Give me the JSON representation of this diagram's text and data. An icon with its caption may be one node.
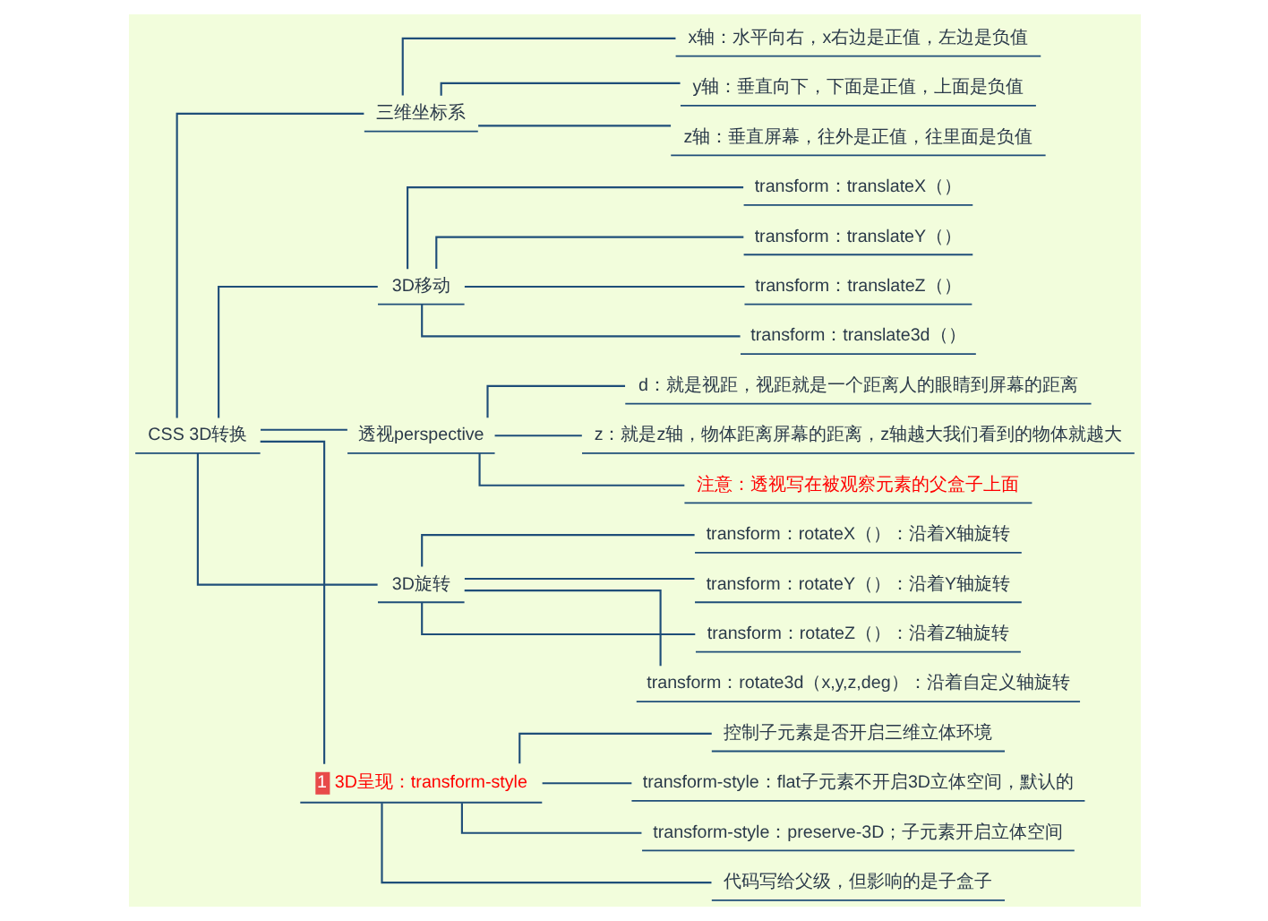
{
  "diagram": {
    "nodes": [
      {
        "text": [
          "CSS 3D转换"
        ]
      },
      {
        "text": [
          "三维坐标系"
        ]
      },
      {
        "text": [
          "x轴：水平向右，x右边是正值，左边是负值"
        ]
      },
      {
        "text": [
          "y轴：垂直向下，下面是正值，上面是负值"
        ]
      },
      {
        "text": [
          "z轴：垂直屏幕，往外是正值，往里面是负值"
        ]
      },
      {
        "text": [
          "3D移动"
        ]
      },
      {
        "text": [
          "transform：translateX（）"
        ]
      },
      {
        "text": [
          "transform：translateY（）"
        ]
      },
      {
        "text": [
          "transform：translateZ（）"
        ]
      },
      {
        "text": [
          "transform：translate3d（）"
        ]
      },
      {
        "text": [
          "透视perspective"
        ]
      },
      {
        "text": [
          "d：就是视距，视距就是一个距离人的眼睛到屏幕的距离"
        ]
      },
      {
        "text": [
          "z：就是z轴，物体距离屏幕的距离，z轴越大我们看到的物体就越大"
        ]
      },
      {
        "text": [
          "注意：透视写在被观察元素的父盒子上面"
        ]
      },
      {
        "text": [
          "3D旋转"
        ]
      },
      {
        "text": [
          "transform：rotateX（）：沿着X轴旋转"
        ]
      },
      {
        "text": [
          "transform：rotateY（）：沿着Y轴旋转"
        ]
      },
      {
        "text": [
          "transform：rotateZ（）：沿着Z轴旋转"
        ]
      },
      {
        "text": [
          "transform：rotate3d（x,y,z,deg）：沿着自定义轴旋转"
        ]
      },
      {
        "text": [
          "1",
          "3D呈现：transform-style"
        ]
      },
      {
        "text": [
          "控制子元素是否开启三维立体环境"
        ]
      },
      {
        "text": [
          "transform-style：flat子元素不开启3D立体空间，默认的"
        ]
      },
      {
        "text": [
          "transform-style：preserve-3D；子元素开启立体空间"
        ]
      },
      {
        "text": [
          "代码写给父级，但影响的是子盒子"
        ]
      }
    ],
    "edges": [
      {
        "from": 0,
        "to": 1,
        "arrow": "none"
      },
      {
        "from": 1,
        "to": 2,
        "arrow": "none"
      },
      {
        "from": 1,
        "to": 3,
        "arrow": "none"
      },
      {
        "from": 1,
        "to": 4,
        "arrow": "none"
      },
      {
        "from": 0,
        "to": 5,
        "arrow": "none"
      },
      {
        "from": 5,
        "to": 6,
        "arrow": "none"
      },
      {
        "from": 5,
        "to": 7,
        "arrow": "none"
      },
      {
        "from": 5,
        "to": 8,
        "arrow": "none"
      },
      {
        "from": 5,
        "to": 9,
        "arrow": "none"
      },
      {
        "from": 0,
        "to": 10,
        "arrow": "none"
      },
      {
        "from": 10,
        "to": 11,
        "arrow": "none"
      },
      {
        "from": 10,
        "to": 12,
        "arrow": "none"
      },
      {
        "from": 10,
        "to": 13,
        "arrow": "none"
      },
      {
        "from": 0,
        "to": 14,
        "arrow": "none"
      },
      {
        "from": 14,
        "to": 15,
        "arrow": "none"
      },
      {
        "from": 14,
        "to": 16,
        "arrow": "none"
      },
      {
        "from": 14,
        "to": 17,
        "arrow": "none"
      },
      {
        "from": 14,
        "to": 18,
        "arrow": "none"
      },
      {
        "from": 0,
        "to": 19,
        "arrow": "none"
      },
      {
        "from": 19,
        "to": 20,
        "arrow": "none"
      },
      {
        "from": 19,
        "to": 21,
        "arrow": "none"
      },
      {
        "from": 19,
        "to": 22,
        "arrow": "none"
      },
      {
        "from": 19,
        "to": 23,
        "arrow": "none"
      }
    ]
  }
}
